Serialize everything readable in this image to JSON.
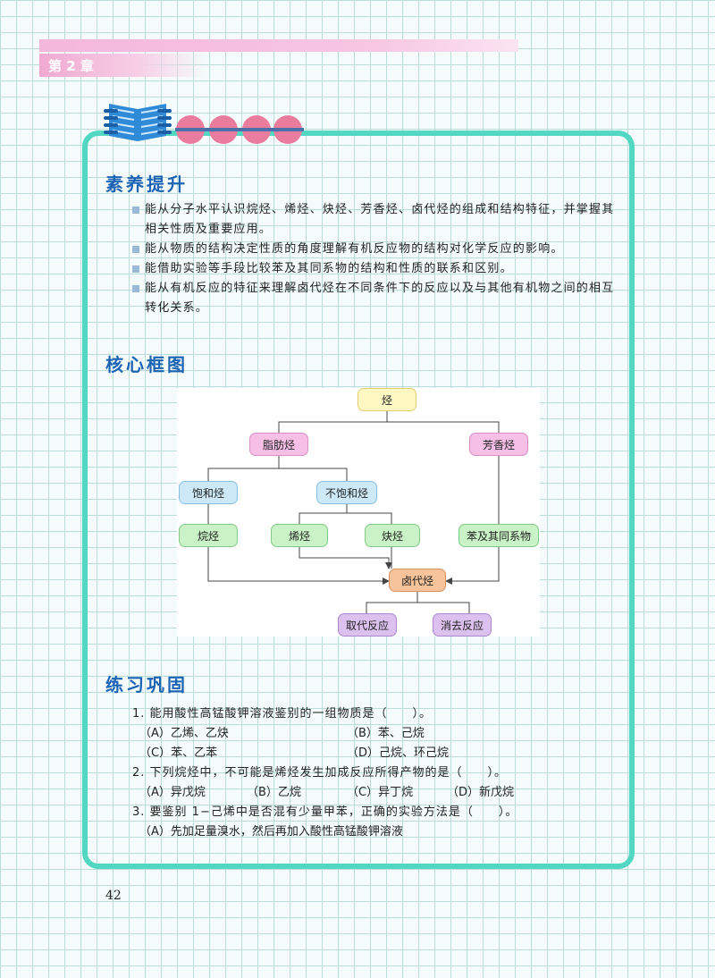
{
  "header": {
    "chapter": "第 2 章"
  },
  "sections": {
    "literacy_title": "素养提升",
    "framework_title": "核心框图",
    "practice_title": "练习巩固"
  },
  "literacy_items": [
    "能从分子水平认识烷烃、烯烃、炔烃、芳香烃、卤代烃的组成和结构特征，并掌握其相关性质及重要应用。",
    "能从物质的结构决定性质的角度理解有机反应物的结构对化学反应的影响。",
    "能借助实验等手段比较苯及其同系物的结构和性质的联系和区别。",
    "能从有机反应的特征来理解卤代烃在不同条件下的反应以及与其他有机物之间的相互转化关系。"
  ],
  "diagram": {
    "hydrocarbon": "烃",
    "aliphatic": "脂肪烃",
    "aromatic": "芳香烃",
    "saturated": "饱和烃",
    "unsaturated": "不饱和烃",
    "alkane": "烷烃",
    "alkene": "烯烃",
    "alkyne": "炔烃",
    "benzene": "苯及其同系物",
    "haloalkane": "卤代烃",
    "substitution": "取代反应",
    "elimination": "消去反应"
  },
  "exercises": {
    "q1": {
      "stem": "1. 能用酸性高锰酸钾溶液鉴别的一组物质是（　　）。",
      "a": "（A）乙烯、乙炔",
      "b": "（B）苯、己烷",
      "c": "（C）苯、乙苯",
      "d": "（D）己烷、环己烷"
    },
    "q2": {
      "stem": "2. 下列烷烃中，不可能是烯烃发生加成反应所得产物的是（　　）。",
      "a": "（A）异戊烷",
      "b": "（B）乙烷",
      "c": "（C）异丁烷",
      "d": "（D）新戊烷"
    },
    "q3": {
      "stem": "3. 要鉴别 1−己烯中是否混有少量甲苯，正确的实验方法是（　　）。",
      "a": "（A）先加足量溴水，然后再加入酸性高锰酸钾溶液"
    }
  },
  "footer": {
    "page_number": "42"
  },
  "colors": {
    "frame": "#52d8c2",
    "title": "#1d63b4",
    "tab": "#f0a9d2",
    "grid": "#b9ddd8"
  }
}
